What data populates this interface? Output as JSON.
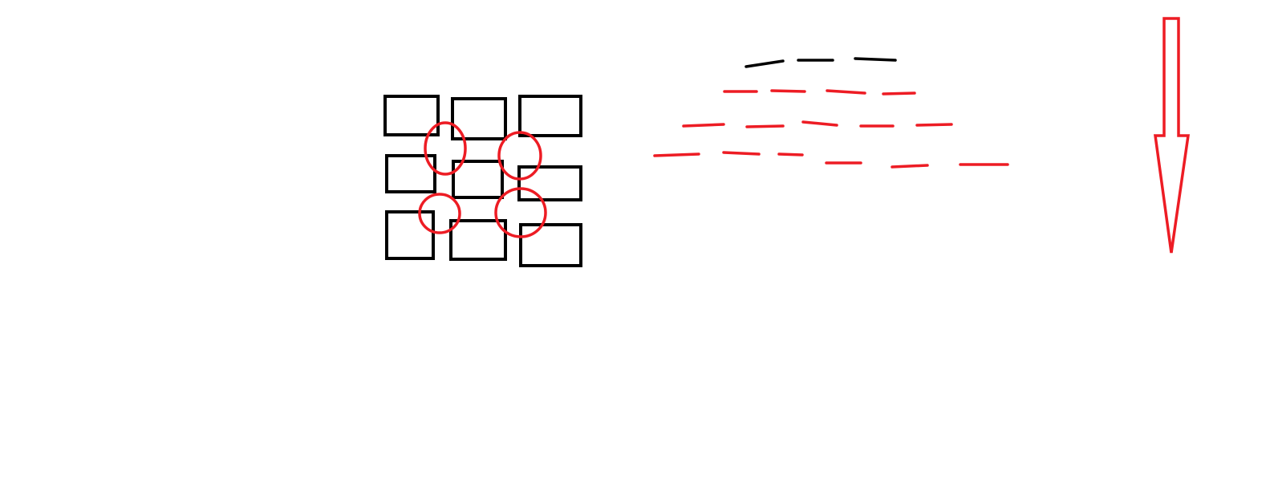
{
  "colors": {
    "background": "#ffffff",
    "grid_stroke": "#000000",
    "highlight": "#ed1c24",
    "top_dash_row": "#000000"
  },
  "diagram": {
    "grid": {
      "rows": 3,
      "columns": 3
    },
    "highlighted_junctions": 4,
    "dash_rows": [
      {
        "color_key": "top_dash_row",
        "segments": 3
      },
      {
        "color_key": "highlight",
        "segments": 4
      },
      {
        "color_key": "highlight",
        "segments": 5
      },
      {
        "color_key": "highlight",
        "segments": 6
      }
    ],
    "arrow": {
      "direction": "down",
      "color_key": "highlight"
    }
  }
}
